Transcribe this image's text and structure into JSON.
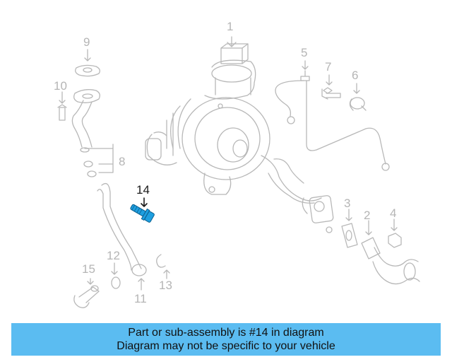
{
  "diagram": {
    "highlighted_part": "14",
    "part_numbers": [
      "1",
      "2",
      "3",
      "4",
      "5",
      "6",
      "7",
      "8",
      "9",
      "10",
      "11",
      "12",
      "13",
      "14",
      "15"
    ]
  },
  "banner": {
    "line1": "Part or sub-assembly is #14 in diagram",
    "line2": "Diagram may not be specific to your vehicle",
    "color": "#5bbcf1"
  },
  "colors": {
    "line_art": "#b8b8b8",
    "highlight": "#1e9fe0",
    "label_active": "#1a1a1a"
  }
}
